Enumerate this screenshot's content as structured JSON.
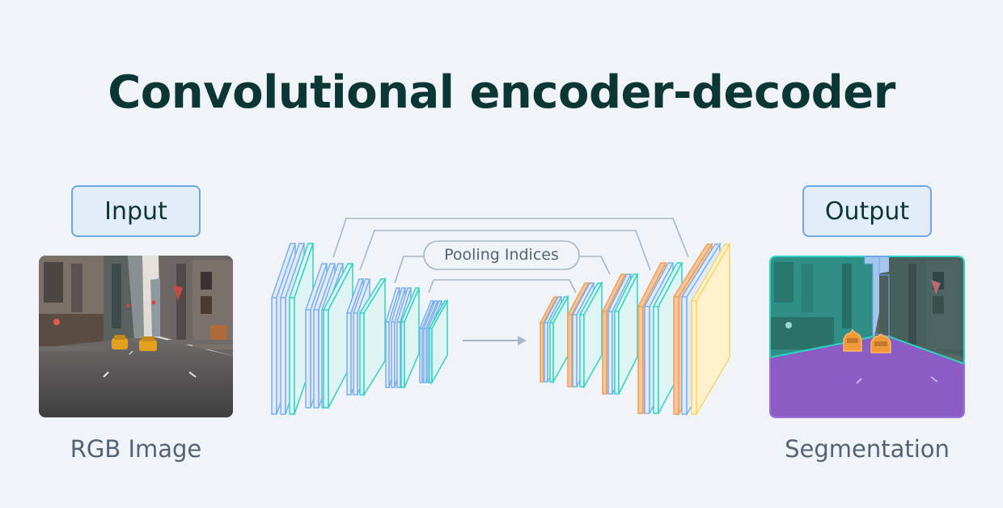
{
  "title": "Convolutional encoder-decoder",
  "input": {
    "tag_label": "Input",
    "caption": "RGB Image",
    "image_alt": "City street with yellow taxis"
  },
  "output": {
    "tag_label": "Output",
    "caption": "Segmentation",
    "image_alt": "Segmented city street: buildings (teal), sky (blue), road (purple), cars (orange)"
  },
  "network": {
    "skip_label": "Pooling Indices",
    "encoder_stages": 5,
    "decoder_stages": 5,
    "colors": {
      "conv": "#7ab0ee",
      "pool": "#2ed3c2",
      "upsample": "#f0a05a",
      "softmax": "#f7d66a",
      "connector": "#a8b6c6"
    }
  },
  "segmentation_colors": {
    "building": "#2aa898",
    "sky": "#9cc3ee",
    "road": "#8a5cc2",
    "car": "#f09a3c"
  }
}
